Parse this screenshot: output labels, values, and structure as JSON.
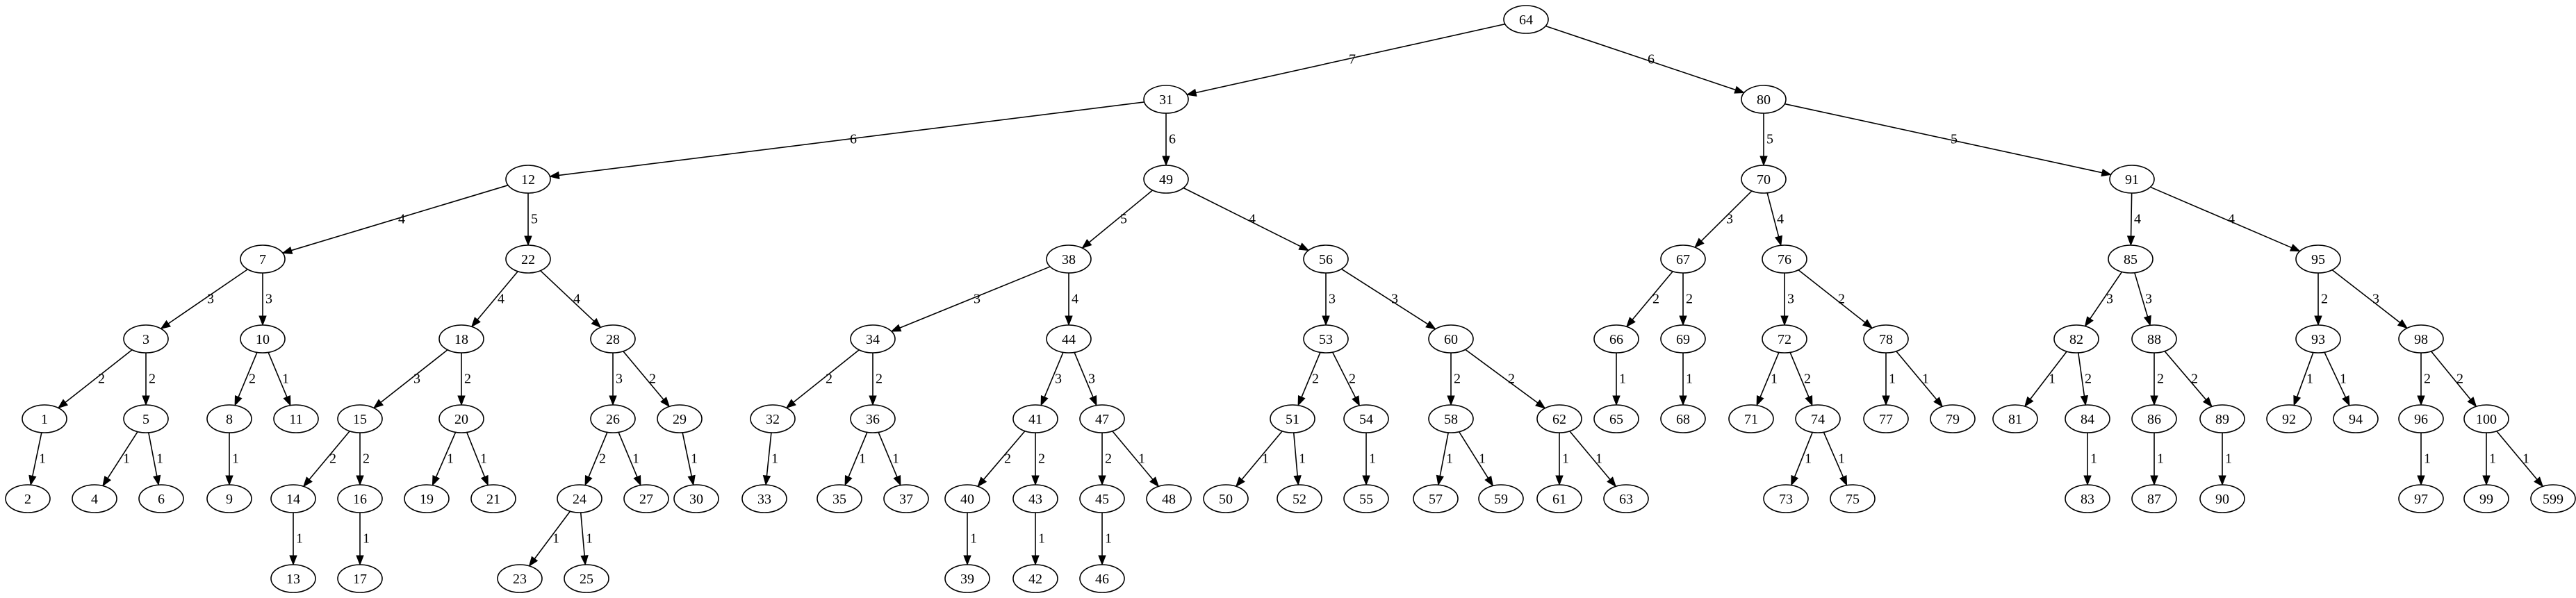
{
  "tree": {
    "nodes": [
      "64",
      "31",
      "80",
      "12",
      "49",
      "70",
      "91",
      "7",
      "22",
      "38",
      "56",
      "67",
      "76",
      "85",
      "95",
      "3",
      "10",
      "18",
      "28",
      "34",
      "44",
      "53",
      "60",
      "66",
      "69",
      "72",
      "78",
      "82",
      "88",
      "93",
      "98",
      "1",
      "5",
      "8",
      "11",
      "15",
      "20",
      "26",
      "29",
      "32",
      "36",
      "41",
      "47",
      "51",
      "54",
      "58",
      "62",
      "65",
      "68",
      "71",
      "74",
      "77",
      "79",
      "81",
      "84",
      "86",
      "89",
      "92",
      "94",
      "96",
      "100",
      "2",
      "4",
      "6",
      "9",
      "14",
      "16",
      "19",
      "21",
      "24",
      "27",
      "30",
      "33",
      "35",
      "37",
      "40",
      "43",
      "45",
      "48",
      "50",
      "52",
      "55",
      "57",
      "59",
      "61",
      "63",
      "73",
      "75",
      "83",
      "87",
      "90",
      "97",
      "99",
      "599",
      "13",
      "17",
      "23",
      "25",
      "39",
      "42",
      "46"
    ],
    "edges": [
      {
        "from": "64",
        "to": "31",
        "weight": "7"
      },
      {
        "from": "64",
        "to": "80",
        "weight": "6"
      },
      {
        "from": "31",
        "to": "12",
        "weight": "6"
      },
      {
        "from": "31",
        "to": "49",
        "weight": "6"
      },
      {
        "from": "80",
        "to": "70",
        "weight": "5"
      },
      {
        "from": "80",
        "to": "91",
        "weight": "5"
      },
      {
        "from": "12",
        "to": "7",
        "weight": "4"
      },
      {
        "from": "12",
        "to": "22",
        "weight": "5"
      },
      {
        "from": "49",
        "to": "38",
        "weight": "5"
      },
      {
        "from": "49",
        "to": "56",
        "weight": "4"
      },
      {
        "from": "70",
        "to": "67",
        "weight": "3"
      },
      {
        "from": "70",
        "to": "76",
        "weight": "4"
      },
      {
        "from": "91",
        "to": "85",
        "weight": "4"
      },
      {
        "from": "91",
        "to": "95",
        "weight": "4"
      },
      {
        "from": "7",
        "to": "3",
        "weight": "3"
      },
      {
        "from": "7",
        "to": "10",
        "weight": "3"
      },
      {
        "from": "22",
        "to": "18",
        "weight": "4"
      },
      {
        "from": "22",
        "to": "28",
        "weight": "4"
      },
      {
        "from": "38",
        "to": "34",
        "weight": "3"
      },
      {
        "from": "38",
        "to": "44",
        "weight": "4"
      },
      {
        "from": "56",
        "to": "53",
        "weight": "3"
      },
      {
        "from": "56",
        "to": "60",
        "weight": "3"
      },
      {
        "from": "67",
        "to": "66",
        "weight": "2"
      },
      {
        "from": "67",
        "to": "69",
        "weight": "2"
      },
      {
        "from": "76",
        "to": "72",
        "weight": "3"
      },
      {
        "from": "76",
        "to": "78",
        "weight": "2"
      },
      {
        "from": "85",
        "to": "82",
        "weight": "3"
      },
      {
        "from": "85",
        "to": "88",
        "weight": "3"
      },
      {
        "from": "95",
        "to": "93",
        "weight": "2"
      },
      {
        "from": "95",
        "to": "98",
        "weight": "3"
      },
      {
        "from": "3",
        "to": "1",
        "weight": "2"
      },
      {
        "from": "3",
        "to": "5",
        "weight": "2"
      },
      {
        "from": "10",
        "to": "8",
        "weight": "2"
      },
      {
        "from": "10",
        "to": "11",
        "weight": "1"
      },
      {
        "from": "18",
        "to": "15",
        "weight": "3"
      },
      {
        "from": "18",
        "to": "20",
        "weight": "2"
      },
      {
        "from": "28",
        "to": "26",
        "weight": "3"
      },
      {
        "from": "28",
        "to": "29",
        "weight": "2"
      },
      {
        "from": "34",
        "to": "32",
        "weight": "2"
      },
      {
        "from": "34",
        "to": "36",
        "weight": "2"
      },
      {
        "from": "44",
        "to": "41",
        "weight": "3"
      },
      {
        "from": "44",
        "to": "47",
        "weight": "3"
      },
      {
        "from": "53",
        "to": "51",
        "weight": "2"
      },
      {
        "from": "53",
        "to": "54",
        "weight": "2"
      },
      {
        "from": "60",
        "to": "58",
        "weight": "2"
      },
      {
        "from": "60",
        "to": "62",
        "weight": "2"
      },
      {
        "from": "66",
        "to": "65",
        "weight": "1"
      },
      {
        "from": "69",
        "to": "68",
        "weight": "1"
      },
      {
        "from": "72",
        "to": "71",
        "weight": "1"
      },
      {
        "from": "72",
        "to": "74",
        "weight": "2"
      },
      {
        "from": "78",
        "to": "77",
        "weight": "1"
      },
      {
        "from": "78",
        "to": "79",
        "weight": "1"
      },
      {
        "from": "82",
        "to": "81",
        "weight": "1"
      },
      {
        "from": "82",
        "to": "84",
        "weight": "2"
      },
      {
        "from": "88",
        "to": "86",
        "weight": "2"
      },
      {
        "from": "88",
        "to": "89",
        "weight": "2"
      },
      {
        "from": "93",
        "to": "92",
        "weight": "1"
      },
      {
        "from": "93",
        "to": "94",
        "weight": "1"
      },
      {
        "from": "98",
        "to": "96",
        "weight": "2"
      },
      {
        "from": "98",
        "to": "100",
        "weight": "2"
      },
      {
        "from": "1",
        "to": "2",
        "weight": "1"
      },
      {
        "from": "5",
        "to": "4",
        "weight": "1"
      },
      {
        "from": "5",
        "to": "6",
        "weight": "1"
      },
      {
        "from": "8",
        "to": "9",
        "weight": "1"
      },
      {
        "from": "15",
        "to": "14",
        "weight": "2"
      },
      {
        "from": "15",
        "to": "16",
        "weight": "2"
      },
      {
        "from": "20",
        "to": "19",
        "weight": "1"
      },
      {
        "from": "20",
        "to": "21",
        "weight": "1"
      },
      {
        "from": "26",
        "to": "24",
        "weight": "2"
      },
      {
        "from": "26",
        "to": "27",
        "weight": "1"
      },
      {
        "from": "29",
        "to": "30",
        "weight": "1"
      },
      {
        "from": "32",
        "to": "33",
        "weight": "1"
      },
      {
        "from": "36",
        "to": "35",
        "weight": "1"
      },
      {
        "from": "36",
        "to": "37",
        "weight": "1"
      },
      {
        "from": "41",
        "to": "40",
        "weight": "2"
      },
      {
        "from": "41",
        "to": "43",
        "weight": "2"
      },
      {
        "from": "47",
        "to": "45",
        "weight": "2"
      },
      {
        "from": "47",
        "to": "48",
        "weight": "1"
      },
      {
        "from": "51",
        "to": "50",
        "weight": "1"
      },
      {
        "from": "51",
        "to": "52",
        "weight": "1"
      },
      {
        "from": "54",
        "to": "55",
        "weight": "1"
      },
      {
        "from": "58",
        "to": "57",
        "weight": "1"
      },
      {
        "from": "58",
        "to": "59",
        "weight": "1"
      },
      {
        "from": "62",
        "to": "61",
        "weight": "1"
      },
      {
        "from": "62",
        "to": "63",
        "weight": "1"
      },
      {
        "from": "74",
        "to": "73",
        "weight": "1"
      },
      {
        "from": "74",
        "to": "75",
        "weight": "1"
      },
      {
        "from": "84",
        "to": "83",
        "weight": "1"
      },
      {
        "from": "86",
        "to": "87",
        "weight": "1"
      },
      {
        "from": "89",
        "to": "90",
        "weight": "1"
      },
      {
        "from": "96",
        "to": "97",
        "weight": "1"
      },
      {
        "from": "100",
        "to": "99",
        "weight": "1"
      },
      {
        "from": "100",
        "to": "599",
        "weight": "1"
      },
      {
        "from": "14",
        "to": "13",
        "weight": "1"
      },
      {
        "from": "16",
        "to": "17",
        "weight": "1"
      },
      {
        "from": "24",
        "to": "23",
        "weight": "1"
      },
      {
        "from": "24",
        "to": "25",
        "weight": "1"
      },
      {
        "from": "40",
        "to": "39",
        "weight": "1"
      },
      {
        "from": "43",
        "to": "42",
        "weight": "1"
      },
      {
        "from": "45",
        "to": "46",
        "weight": "1"
      }
    ]
  }
}
